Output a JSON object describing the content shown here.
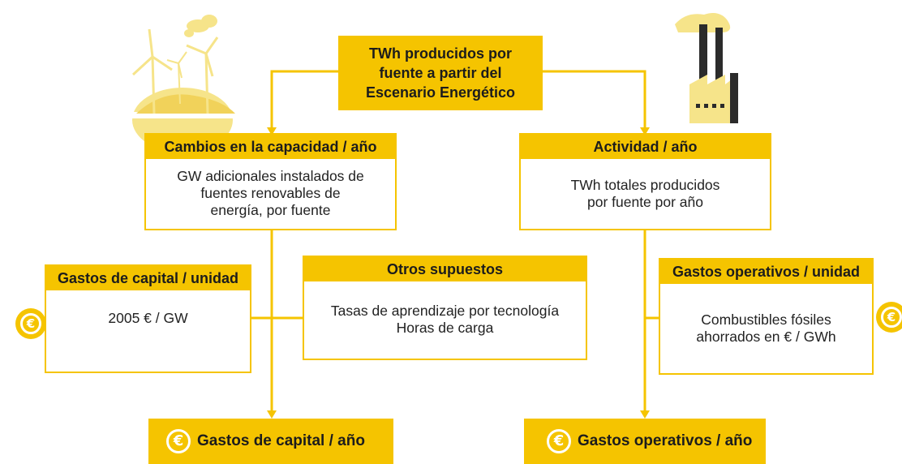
{
  "colors": {
    "accent": "#f5c400",
    "pale_yellow": "#f6e48a",
    "dark": "#2b2b2b"
  },
  "top": {
    "lines": [
      "TWh producidos por",
      "fuente a partir del",
      "Escenario Energético"
    ]
  },
  "capacity": {
    "title": "Cambios en la capacidad / año",
    "lines": [
      "GW adicionales instalados de",
      "fuentes renovables de",
      "energía, por fuente"
    ]
  },
  "activity": {
    "title": "Actividad / año",
    "lines": [
      "TWh totales producidos",
      "por fuente por año"
    ]
  },
  "capex_unit": {
    "title": "Gastos de capital / unidad",
    "lines": [
      "2005 € / GW"
    ]
  },
  "other": {
    "title": "Otros supuestos",
    "lines": [
      "Tasas de aprendizaje por tecnología",
      "Horas de carga"
    ]
  },
  "opex_unit": {
    "title": "Gastos operativos / unidad",
    "lines": [
      "Combustibles fósiles",
      "ahorrados en  € / GWh"
    ]
  },
  "results": {
    "capex": "Gastos de capital / año",
    "opex": "Gastos operativos / año"
  },
  "icons": {
    "wind": "wind-turbines-icon",
    "factory": "factory-icon",
    "euro": "euro-icon",
    "euro_symbol": "€"
  }
}
